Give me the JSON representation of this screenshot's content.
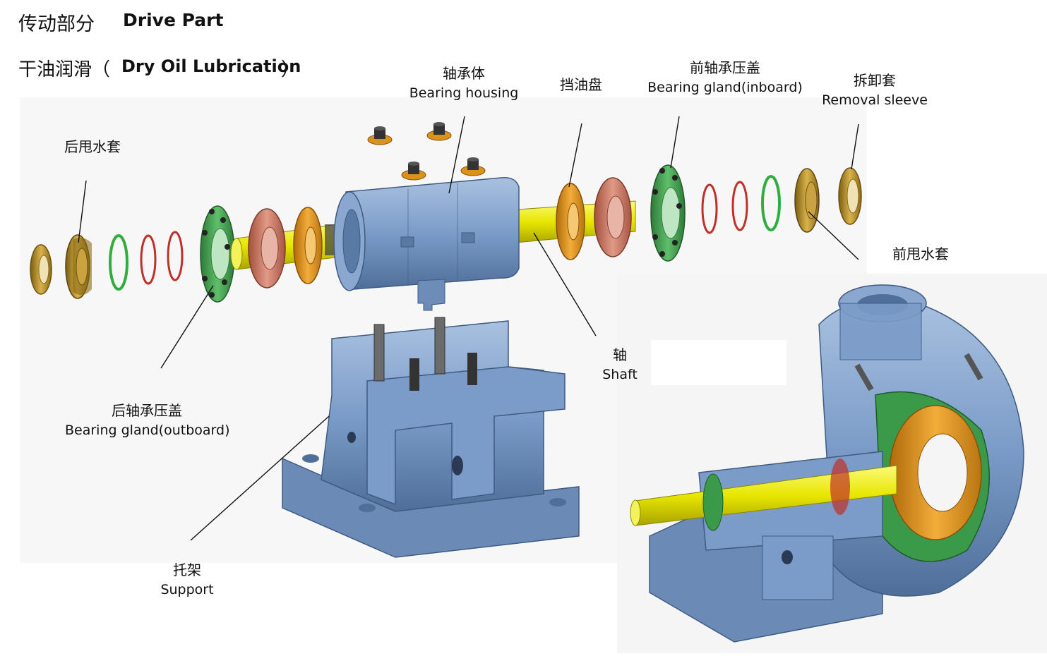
{
  "header": {
    "title_cn": "传动部分",
    "title_en": "Drive Part",
    "subtitle_cn_open": "干油润滑（",
    "subtitle_en": "Dry Oil Lubrication",
    "subtitle_cn_close": "）"
  },
  "parts": {
    "bearing_housing": {
      "cn": "轴承体",
      "en": "Bearing housing"
    },
    "oil_flinger": {
      "cn": "挡油盘"
    },
    "bearing_gland_inboard": {
      "cn": "前轴承压盖",
      "en": "Bearing gland(inboard)"
    },
    "removal_sleeve": {
      "cn": "拆卸套",
      "en": "Removal sleeve"
    },
    "rear_water_sleeve": {
      "cn": "后甩水套"
    },
    "front_water_sleeve": {
      "cn": "前甩水套"
    },
    "shaft": {
      "cn": "轴",
      "en": "Shaft"
    },
    "bearing_gland_outboard": {
      "cn": "后轴承压盖",
      "en": "Bearing gland(outboard)"
    },
    "support": {
      "cn": "托架",
      "en": "Support"
    }
  },
  "colors": {
    "housing_blue": "#7b9cc8",
    "shaft_yellow": "#e8e600",
    "gland_green": "#3a9a4a",
    "ring_red": "#c0302a",
    "ring_green": "#2fae3f",
    "brass": "#b8952a",
    "bearing_salmon": "#cf7a66",
    "flinger_orange": "#e39a1c"
  }
}
